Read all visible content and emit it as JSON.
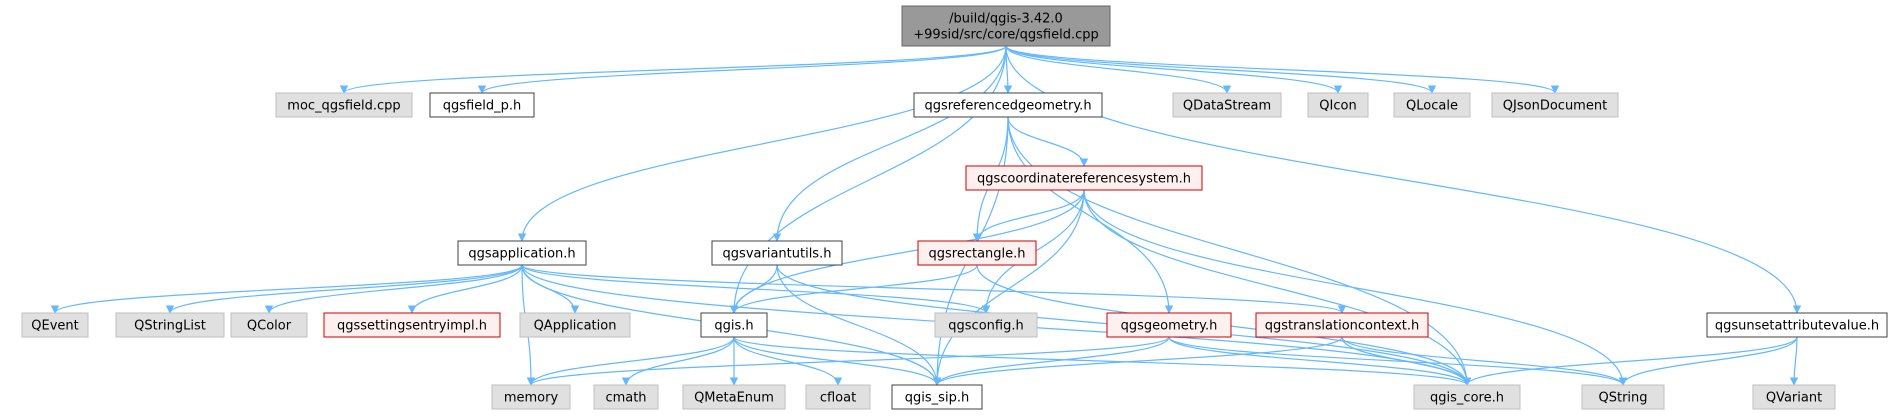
{
  "colors": {
    "root_fill": "#999999",
    "root_border": "#666666",
    "white_fill": "#ffffff",
    "white_border": "#404040",
    "red_fill": "#fff0f0",
    "red_border": "#cc0000",
    "gray_fill": "#e0e0e0",
    "gray_border": "#bfbfbf",
    "edge": "#63b8ff",
    "text": "#000000"
  },
  "nodes": [
    {
      "id": "root",
      "kind": "root",
      "lines": [
        "/build/qgis-3.42.0",
        "+99sid/src/core/qgsfield.cpp"
      ]
    },
    {
      "id": "moc",
      "kind": "gray",
      "lines": [
        "moc_qgsfield.cpp"
      ]
    },
    {
      "id": "fieldp",
      "kind": "white",
      "lines": [
        "qgsfield_p.h"
      ]
    },
    {
      "id": "refgeom",
      "kind": "white",
      "lines": [
        "qgsreferencedgeometry.h"
      ]
    },
    {
      "id": "qdatastream",
      "kind": "gray",
      "lines": [
        "QDataStream"
      ]
    },
    {
      "id": "qicon",
      "kind": "gray",
      "lines": [
        "QIcon"
      ]
    },
    {
      "id": "qlocale",
      "kind": "gray",
      "lines": [
        "QLocale"
      ]
    },
    {
      "id": "qjson",
      "kind": "gray",
      "lines": [
        "QJsonDocument"
      ]
    },
    {
      "id": "crs",
      "kind": "red",
      "lines": [
        "qgscoordinatereferencesystem.h"
      ]
    },
    {
      "id": "app",
      "kind": "white",
      "lines": [
        "qgsapplication.h"
      ]
    },
    {
      "id": "varutils",
      "kind": "white",
      "lines": [
        "qgsvariantutils.h"
      ]
    },
    {
      "id": "rect",
      "kind": "red",
      "lines": [
        "qgsrectangle.h"
      ]
    },
    {
      "id": "qevent",
      "kind": "gray",
      "lines": [
        "QEvent"
      ]
    },
    {
      "id": "qstringlist",
      "kind": "gray",
      "lines": [
        "QStringList"
      ]
    },
    {
      "id": "qcolor",
      "kind": "gray",
      "lines": [
        "QColor"
      ]
    },
    {
      "id": "settings",
      "kind": "red",
      "lines": [
        "qgssettingsentryimpl.h"
      ]
    },
    {
      "id": "qapplication",
      "kind": "gray",
      "lines": [
        "QApplication"
      ]
    },
    {
      "id": "qgis",
      "kind": "white",
      "lines": [
        "qgis.h"
      ]
    },
    {
      "id": "config",
      "kind": "gray",
      "lines": [
        "qgsconfig.h"
      ]
    },
    {
      "id": "geometry",
      "kind": "red",
      "lines": [
        "qgsgeometry.h"
      ]
    },
    {
      "id": "transl",
      "kind": "red",
      "lines": [
        "qgstranslationcontext.h"
      ]
    },
    {
      "id": "unset",
      "kind": "white",
      "lines": [
        "qgsunsetattributevalue.h"
      ]
    },
    {
      "id": "memory",
      "kind": "gray",
      "lines": [
        "memory"
      ]
    },
    {
      "id": "cmath",
      "kind": "gray",
      "lines": [
        "cmath"
      ]
    },
    {
      "id": "qmetaenum",
      "kind": "gray",
      "lines": [
        "QMetaEnum"
      ]
    },
    {
      "id": "cfloat",
      "kind": "gray",
      "lines": [
        "cfloat"
      ]
    },
    {
      "id": "sip",
      "kind": "white",
      "lines": [
        "qgis_sip.h"
      ]
    },
    {
      "id": "core",
      "kind": "gray",
      "lines": [
        "qgis_core.h"
      ]
    },
    {
      "id": "qstring",
      "kind": "gray",
      "lines": [
        "QString"
      ]
    },
    {
      "id": "qvariant",
      "kind": "gray",
      "lines": [
        "QVariant"
      ]
    }
  ],
  "edges": [
    [
      "root",
      "moc"
    ],
    [
      "root",
      "fieldp"
    ],
    [
      "root",
      "app"
    ],
    [
      "root",
      "qgis"
    ],
    [
      "root",
      "varutils"
    ],
    [
      "root",
      "refgeom"
    ],
    [
      "root",
      "qdatastream"
    ],
    [
      "root",
      "qicon"
    ],
    [
      "root",
      "qlocale"
    ],
    [
      "root",
      "qjson"
    ],
    [
      "root",
      "unset"
    ],
    [
      "refgeom",
      "crs"
    ],
    [
      "refgeom",
      "rect"
    ],
    [
      "refgeom",
      "geometry"
    ],
    [
      "refgeom",
      "sip"
    ],
    [
      "refgeom",
      "core"
    ],
    [
      "crs",
      "qgis"
    ],
    [
      "crs",
      "rect"
    ],
    [
      "crs",
      "config"
    ],
    [
      "crs",
      "sip"
    ],
    [
      "crs",
      "core"
    ],
    [
      "crs",
      "qstring"
    ],
    [
      "rect",
      "qgis"
    ],
    [
      "rect",
      "core"
    ],
    [
      "app",
      "qevent"
    ],
    [
      "app",
      "qstringlist"
    ],
    [
      "app",
      "qcolor"
    ],
    [
      "app",
      "settings"
    ],
    [
      "app",
      "qapplication"
    ],
    [
      "app",
      "config"
    ],
    [
      "app",
      "memory"
    ],
    [
      "app",
      "sip"
    ],
    [
      "app",
      "core"
    ],
    [
      "app",
      "transl"
    ],
    [
      "varutils",
      "qgis"
    ],
    [
      "varutils",
      "sip"
    ],
    [
      "varutils",
      "core"
    ],
    [
      "qgis",
      "memory"
    ],
    [
      "qgis",
      "cmath"
    ],
    [
      "qgis",
      "qmetaenum"
    ],
    [
      "qgis",
      "cfloat"
    ],
    [
      "qgis",
      "sip"
    ],
    [
      "qgis",
      "core"
    ],
    [
      "geometry",
      "memory"
    ],
    [
      "geometry",
      "sip"
    ],
    [
      "geometry",
      "core"
    ],
    [
      "geometry",
      "qstring"
    ],
    [
      "transl",
      "sip"
    ],
    [
      "transl",
      "core"
    ],
    [
      "transl",
      "qstring"
    ],
    [
      "unset",
      "core"
    ],
    [
      "unset",
      "qstring"
    ],
    [
      "unset",
      "qvariant"
    ]
  ]
}
